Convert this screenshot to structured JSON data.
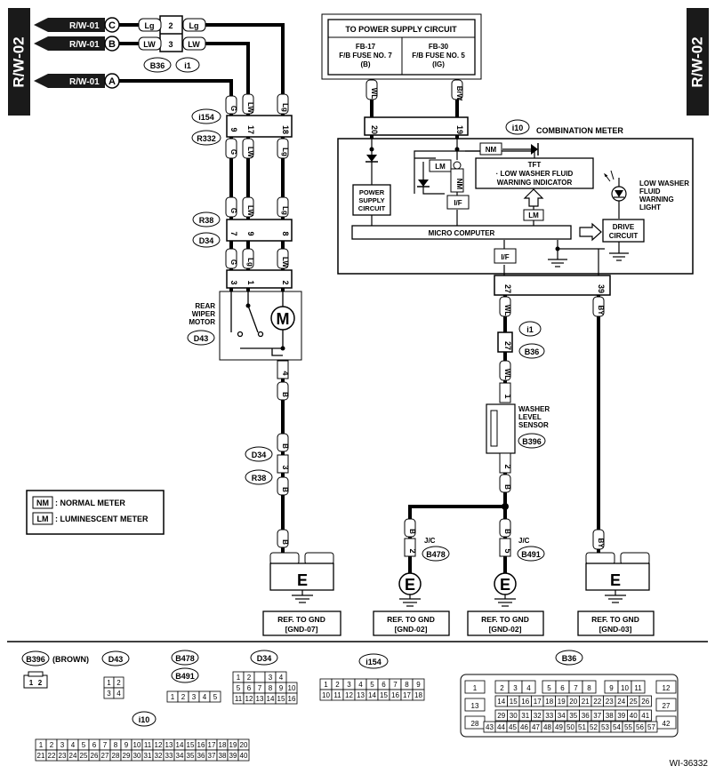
{
  "sidebar": {
    "left": "R/W-02",
    "right": "R/W-02"
  },
  "refs": {
    "rw01": "R/W-01",
    "c": "C",
    "b": "B",
    "a": "A"
  },
  "wires": {
    "lg": "Lg",
    "lw": "LW",
    "g": "G",
    "b": "B",
    "wl": "WL",
    "brw": "BrW",
    "by": "BY"
  },
  "pins": {
    "p2": "2",
    "p3": "3",
    "p9": "9",
    "p17": "17",
    "p18": "18",
    "p7": "7",
    "p8": "8",
    "p1": "1",
    "p4": "4",
    "p20": "20",
    "p19": "19",
    "p27": "27",
    "p39": "39",
    "p5": "5"
  },
  "connectors": {
    "b36": "B36",
    "i1": "i1",
    "i154": "i154",
    "r332": "R332",
    "r38": "R38",
    "d34": "D34",
    "d43": "D43",
    "i10": "i10",
    "b396": "B396",
    "b478": "B478",
    "b491": "B491"
  },
  "power": {
    "title": "TO POWER SUPPLY CIRCUIT",
    "fuse1": [
      "FB-17",
      "F/B FUSE NO. 7",
      "(B)"
    ],
    "fuse2": [
      "FB-30",
      "F/B FUSE NO. 5",
      "(IG)"
    ]
  },
  "meter": {
    "title": "COMBINATION METER",
    "tft": [
      "TFT",
      "· LOW WASHER FLUID",
      "WARNING INDICATOR"
    ],
    "nm": "NM",
    "lm": "LM",
    "if": "I/F",
    "psu": [
      "POWER",
      "SUPPLY",
      "CIRCUIT"
    ],
    "micro": "MICRO COMPUTER",
    "drive": [
      "DRIVE",
      "CIRCUIT"
    ],
    "lamp": [
      "LOW WASHER",
      "FLUID",
      "WARNING",
      "LIGHT"
    ]
  },
  "motor": {
    "label": [
      "REAR",
      "WIPER",
      "MOTOR"
    ],
    "m": "M"
  },
  "sensor": {
    "label": [
      "WASHER",
      "LEVEL",
      "SENSOR"
    ]
  },
  "jc": "J/C",
  "ground": {
    "e": "E"
  },
  "refgnd": {
    "line": "REF. TO GND",
    "gnd07": "[GND-07]",
    "gnd02": "[GND-02]",
    "gnd03": "[GND-03]"
  },
  "legend": {
    "nm": "NM",
    "nm_text": ": NORMAL METER",
    "lm": "LM",
    "lm_text": ": LUMINESCENT METER"
  },
  "bottom": {
    "b396_suffix": "(BROWN)",
    "d43_rows": [
      [
        "1",
        "2"
      ],
      [
        "3",
        "4"
      ]
    ],
    "b491_pins": [
      "1",
      "2",
      "3",
      "4",
      "5"
    ],
    "d34_rows": [
      [
        "1",
        "2",
        "",
        "3",
        "4"
      ],
      [
        "5",
        "6",
        "7",
        "8",
        "9",
        "10"
      ],
      [
        "11",
        "12",
        "13",
        "14",
        "15",
        "16"
      ]
    ],
    "i154_rows": [
      [
        "1",
        "2",
        "3",
        "4",
        "5",
        "6",
        "7",
        "8",
        "9"
      ],
      [
        "10",
        "11",
        "12",
        "13",
        "14",
        "15",
        "16",
        "17",
        "18"
      ]
    ],
    "i10_rows": [
      [
        "1",
        "2",
        "3",
        "4",
        "5",
        "6",
        "7",
        "8",
        "9",
        "10",
        "11",
        "12",
        "13",
        "14",
        "15",
        "16",
        "17",
        "18",
        "19",
        "20"
      ],
      [
        "21",
        "22",
        "23",
        "24",
        "25",
        "26",
        "27",
        "28",
        "29",
        "30",
        "31",
        "32",
        "33",
        "34",
        "35",
        "36",
        "37",
        "38",
        "39",
        "40"
      ]
    ],
    "b36_rows": [
      [
        "1",
        "2",
        "3",
        "4",
        "5",
        "6",
        "7",
        "8",
        "9",
        "10",
        "11",
        "12"
      ],
      [
        "13",
        "14",
        "15",
        "16",
        "17",
        "18",
        "19",
        "20",
        "21",
        "22",
        "23",
        "24",
        "25",
        "26",
        "27"
      ],
      [
        "28",
        "29",
        "30",
        "31",
        "32",
        "33",
        "34",
        "35",
        "36",
        "37",
        "38",
        "39",
        "40",
        "41",
        "42"
      ],
      [
        "43",
        "44",
        "45",
        "46",
        "47",
        "48",
        "49",
        "50",
        "51",
        "52",
        "53",
        "54",
        "55",
        "56",
        "57"
      ]
    ],
    "code": "WI-36332"
  },
  "colors": {
    "ink": "#000000",
    "sidebar": "#1a1a1a",
    "wire": "#000000"
  }
}
